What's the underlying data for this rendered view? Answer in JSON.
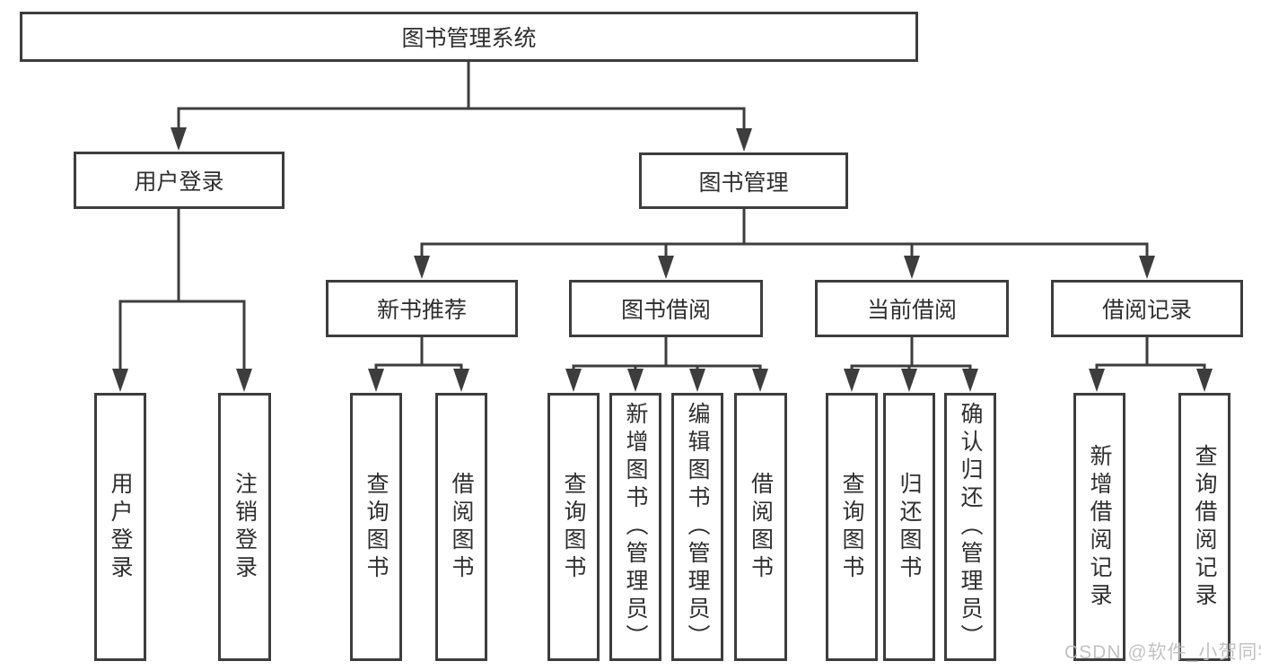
{
  "diagram": {
    "title": "图书管理系统",
    "root": "图书管理系统",
    "level2": [
      {
        "label": "用户登录"
      },
      {
        "label": "图书管理"
      }
    ],
    "level3": [
      {
        "label": "新书推荐",
        "parent": "图书管理"
      },
      {
        "label": "图书借阅",
        "parent": "图书管理"
      },
      {
        "label": "当前借阅",
        "parent": "图书管理"
      },
      {
        "label": "借阅记录",
        "parent": "图书管理"
      }
    ],
    "leaves": [
      {
        "label": "用户登录",
        "parent": "用户登录"
      },
      {
        "label": "注销登录",
        "parent": "用户登录"
      },
      {
        "label": "查询图书",
        "parent": "新书推荐"
      },
      {
        "label": "借阅图书",
        "parent": "新书推荐"
      },
      {
        "label": "查询图书",
        "parent": "图书借阅"
      },
      {
        "label": "新增图书（管理员）",
        "parent": "图书借阅"
      },
      {
        "label": "编辑图书（管理员）",
        "parent": "图书借阅"
      },
      {
        "label": "借阅图书",
        "parent": "图书借阅"
      },
      {
        "label": "查询图书",
        "parent": "当前借阅"
      },
      {
        "label": "归还图书",
        "parent": "当前借阅"
      },
      {
        "label": "确认归还（管理员）",
        "parent": "当前借阅"
      },
      {
        "label": "新增借阅记录",
        "parent": "借阅记录"
      },
      {
        "label": "查询借阅记录",
        "parent": "借阅记录"
      }
    ],
    "colors": {
      "border": "#3d3d3d",
      "text": "#2f2f2f",
      "watermark": "#bdbdbd"
    }
  },
  "watermark": "CSDN @软件_小贺同学"
}
